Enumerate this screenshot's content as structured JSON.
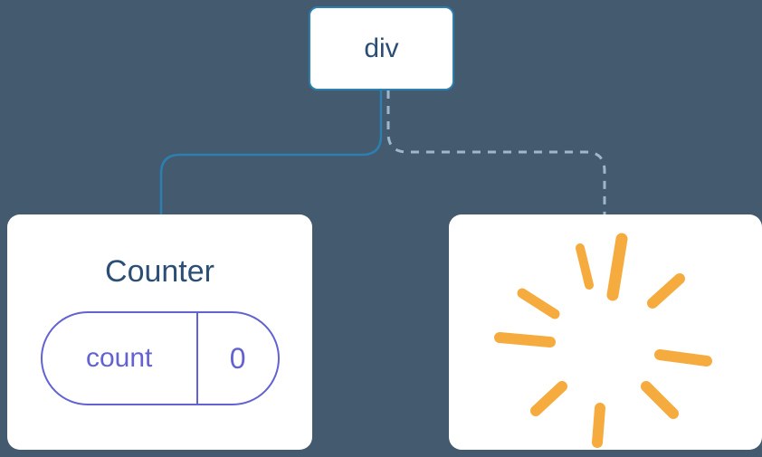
{
  "diagram": {
    "root": {
      "label": "div"
    },
    "children": [
      {
        "title": "Counter",
        "state": {
          "key": "count",
          "value": "0"
        }
      },
      {
        "icon": "poof-icon"
      }
    ]
  },
  "colors": {
    "background": "#435a6f",
    "card_background": "#ffffff",
    "node_border": "#2d7fb0",
    "solid_connector": "#2d7fb0",
    "dashed_connector": "#9db8cc",
    "title_text": "#2a4e76",
    "state_accent": "#6262d3",
    "poof": "#f6ab3e"
  }
}
